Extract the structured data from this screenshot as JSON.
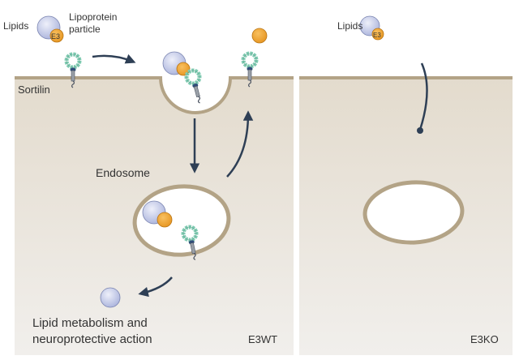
{
  "labels": {
    "lipids_left": "Lipids",
    "e3_left": "E3",
    "lipoprotein_line1": "Lipoprotein",
    "lipoprotein_line2": "particle",
    "sortilin": "Sortilin",
    "endosome": "Endosome",
    "outcome_line1": "Lipid metabolism and",
    "outcome_line2": "neuroprotective action",
    "panel_left_tag": "E3WT",
    "lipids_right": "Lipids",
    "e3_right": "E3",
    "panel_right_tag": "E3KO"
  },
  "colors": {
    "cell_bg": "#e6dfd3",
    "membrane": "#b3a386",
    "lipid_sphere": "#c9cfea",
    "apoe": "#f0a63a",
    "sortilin_ring": "#8fd3bd",
    "sortilin_stalk": "#2f4d7a",
    "arrow": "#2e3f55"
  },
  "panels": [
    {
      "id": "E3WT",
      "tag": "E3WT"
    },
    {
      "id": "E3KO",
      "tag": "E3KO"
    }
  ]
}
